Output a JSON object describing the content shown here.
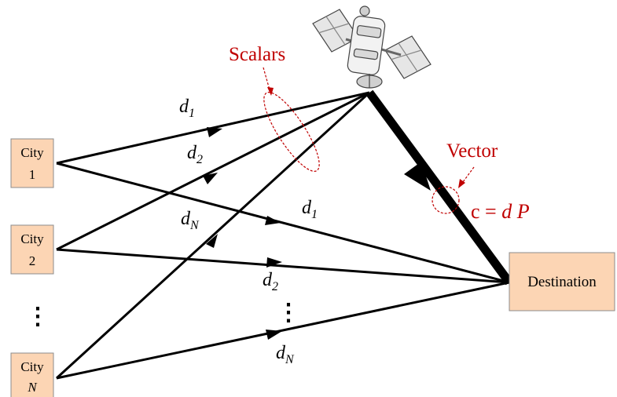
{
  "nodes": {
    "city1": {
      "line1": "City",
      "line2": "1"
    },
    "city2": {
      "line1": "City",
      "line2": "2"
    },
    "cityN": {
      "line1": "City",
      "line2": "N"
    },
    "destination": "Destination",
    "ellipsis": "⋮"
  },
  "labels": {
    "scalars": "Scalars",
    "vector": "Vector",
    "equation": {
      "c": "c = ",
      "d": "d",
      "P": " P"
    }
  },
  "edge_labels": {
    "sat_d1": {
      "base": "d",
      "sub": "1"
    },
    "sat_d2": {
      "base": "d",
      "sub": "2"
    },
    "sat_dN": {
      "base": "d",
      "sub": "N"
    },
    "dest_d1": {
      "base": "d",
      "sub": "1"
    },
    "dest_d2": {
      "base": "d",
      "sub": "2"
    },
    "dest_dN": {
      "base": "d",
      "sub": "N"
    }
  },
  "colors": {
    "box_fill": "#fcd5b4",
    "box_stroke": "#8c8c8c",
    "annotation": "#c00000",
    "edge": "#000000"
  },
  "icons": [
    "satellite-icon"
  ]
}
